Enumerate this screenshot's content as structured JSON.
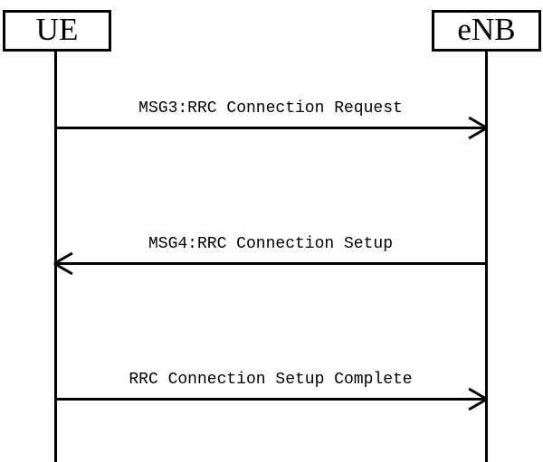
{
  "diagram": {
    "type": "sequence",
    "background_color": "#ffffff",
    "line_color": "#000000",
    "actors": [
      {
        "id": "UE",
        "label": "UE"
      },
      {
        "id": "eNB",
        "label": "eNB"
      }
    ],
    "messages": [
      {
        "label": "MSG3:RRC Connection Request",
        "from": "UE",
        "to": "eNB",
        "direction": "right"
      },
      {
        "label": "MSG4:RRC Connection Setup",
        "from": "eNB",
        "to": "UE",
        "direction": "left"
      },
      {
        "label": "RRC Connection Setup Complete",
        "from": "UE",
        "to": "eNB",
        "direction": "right"
      }
    ]
  }
}
